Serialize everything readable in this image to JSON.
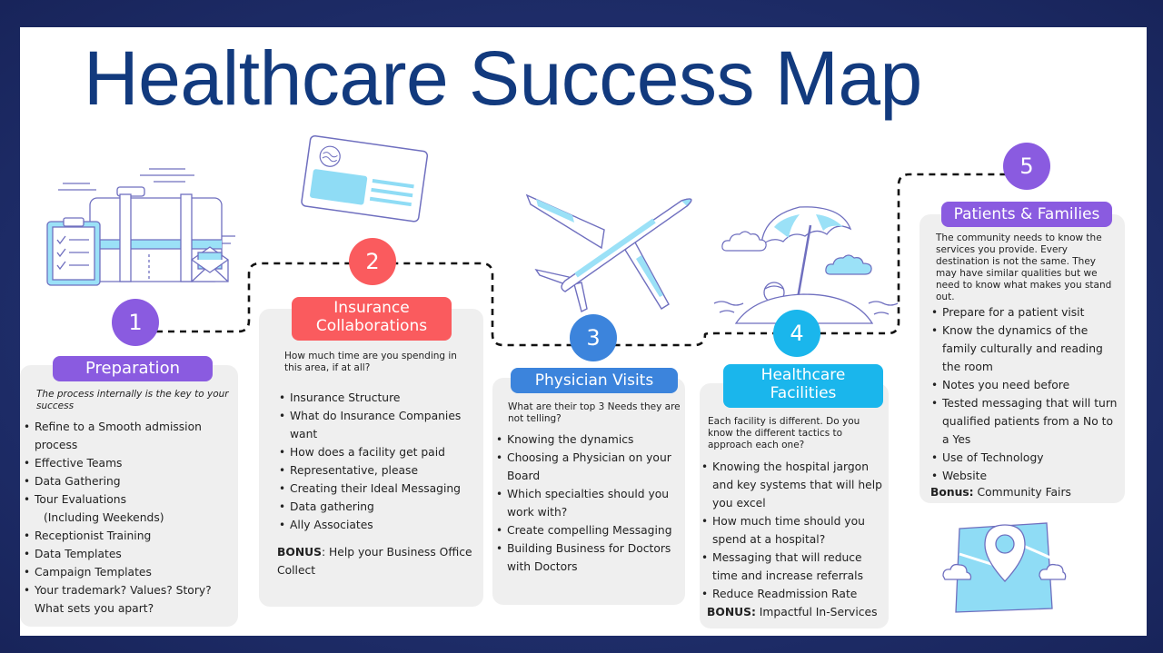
{
  "title": "Healthcare Success Map",
  "colors": {
    "step1": "#8a5be0",
    "step2": "#fa5b5e",
    "step3": "#3c84dc",
    "step4": "#1ab6ec",
    "step5": "#8a5be0"
  },
  "steps": [
    {
      "number": "1",
      "heading": "Preparation",
      "intro": "The process internally is the key to your success",
      "items": [
        "Refine to a Smooth admission process",
        "Effective Teams",
        "Data Gathering",
        "Tour Evaluations",
        "Receptionist Training",
        "Data Templates",
        "Campaign Templates",
        "Your trademark? Values? Story? What sets you apart?"
      ],
      "tour_sub": "(Including Weekends)"
    },
    {
      "number": "2",
      "heading_line1": "Insurance",
      "heading_line2": "Collaborations",
      "intro": "How much time are you spending in this area, if at all?",
      "items": [
        "Insurance Structure",
        "What do Insurance Companies want",
        "How does a facility get paid",
        "Representative, please",
        "Creating their Ideal Messaging",
        "Data gathering",
        "Ally Associates"
      ],
      "bonus_label": "BONUS",
      "bonus_text": ": Help your Business Office Collect"
    },
    {
      "number": "3",
      "heading": "Physician Visits",
      "intro": "What are their top 3 Needs they are not telling?",
      "items": [
        "Knowing the dynamics",
        "Choosing a Physician on your Board",
        "Which specialties should you work with?",
        "Create compelling Messaging",
        "Building Business for Doctors with Doctors"
      ]
    },
    {
      "number": "4",
      "heading_line1": "Healthcare",
      "heading_line2": "Facilities",
      "intro": "Each facility is different. Do you know the different tactics to approach each one?",
      "items": [
        "Knowing the hospital jargon and key systems that will help you excel",
        "How much time should you spend at a hospital?",
        "Messaging that will reduce time and increase referrals",
        "Reduce Readmission Rate"
      ],
      "bonus_label": "BONUS:",
      "bonus_text": " Impactful In-Services"
    },
    {
      "number": "5",
      "heading": "Patients & Families",
      "intro": "The community needs to know the services you provide. Every destination is not the same. They may have similar qualities but we need to know what makes you stand out.",
      "items": [
        "Prepare for a patient visit",
        "Know the dynamics of the family culturally and reading the room",
        "Notes you need before",
        "Tested messaging that will turn qualified patients from a No to a Yes",
        "Use of Technology",
        "Website"
      ],
      "bonus_label": "Bonus:",
      "bonus_text": " Community Fairs"
    }
  ],
  "icons": [
    "suitcase-icon",
    "clipboard-icon",
    "envelope-icon",
    "id-card-icon",
    "airplane-icon",
    "beach-umbrella-icon",
    "cloud-icon",
    "map-pin-icon"
  ]
}
